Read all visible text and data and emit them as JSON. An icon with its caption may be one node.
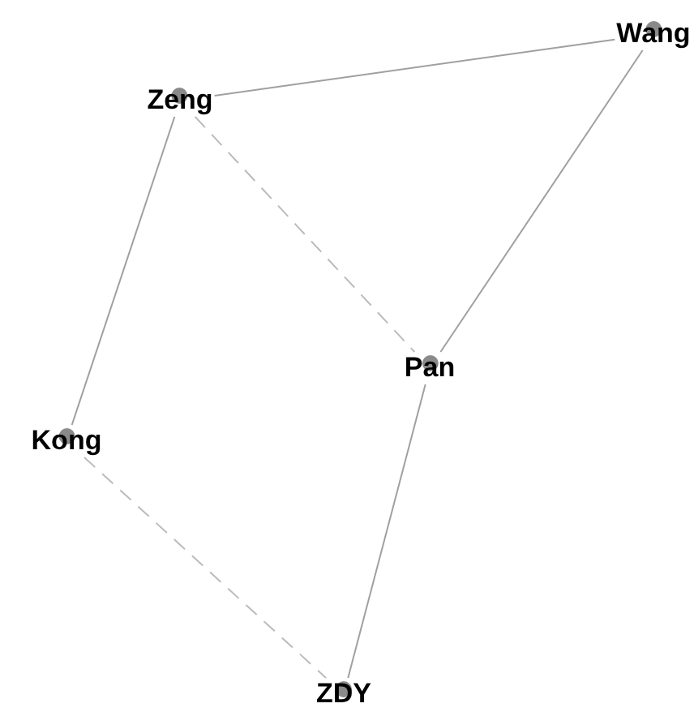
{
  "diagram": {
    "nodes": [
      {
        "text": [
          "Zeng"
        ]
      },
      {
        "text": [
          "Wang"
        ]
      },
      {
        "text": [
          "Pan"
        ]
      },
      {
        "text": [
          "Kong"
        ]
      },
      {
        "text": [
          "ZDY"
        ]
      }
    ],
    "edges": [
      {
        "from": 0,
        "to": 1,
        "arrow": "none"
      },
      {
        "from": 0,
        "to": 2,
        "arrow": "none",
        "style": "dashed"
      },
      {
        "from": 1,
        "to": 2,
        "arrow": "none"
      },
      {
        "from": 0,
        "to": 3,
        "arrow": "none"
      },
      {
        "from": 3,
        "to": 4,
        "arrow": "none",
        "style": "dashed"
      },
      {
        "from": 2,
        "to": 4,
        "arrow": "none"
      }
    ]
  }
}
